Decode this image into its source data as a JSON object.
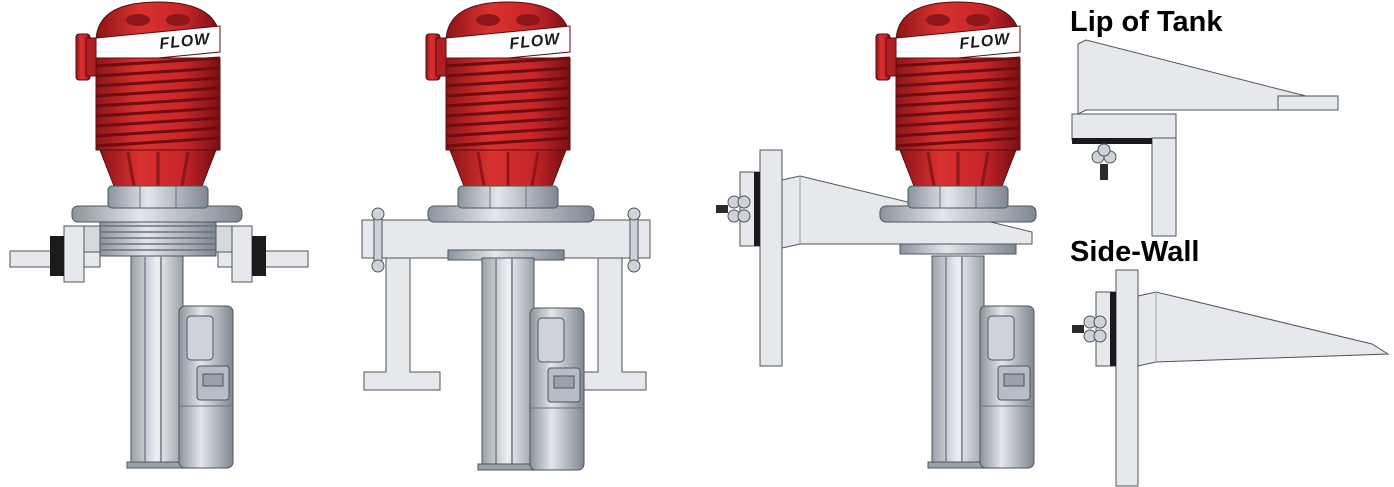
{
  "captions": {
    "lip_of_tank": "Lip of Tank",
    "side_wall": "Side-Wall"
  },
  "brand_mark": "FLOW",
  "colors": {
    "housing_red": "#c8262a",
    "housing_dark": "#8e1518",
    "metal_gray": "#c9ced6",
    "metal_dark": "#7f8791",
    "bracket_light": "#e6e8ec",
    "gasket_black": "#1a1a1a"
  },
  "views": [
    {
      "id": "threaded-tank-mount",
      "description_icon": "threaded-mount-icon"
    },
    {
      "id": "flanged-tank-mount",
      "description_icon": "flange-mount-icon"
    },
    {
      "id": "wall-bracket-mount",
      "description_icon": "bracket-mount-icon"
    },
    {
      "id": "lip-of-tank-detail",
      "description_icon": "lip-bracket-icon"
    },
    {
      "id": "side-wall-detail",
      "description_icon": "sidewall-bracket-icon"
    }
  ]
}
